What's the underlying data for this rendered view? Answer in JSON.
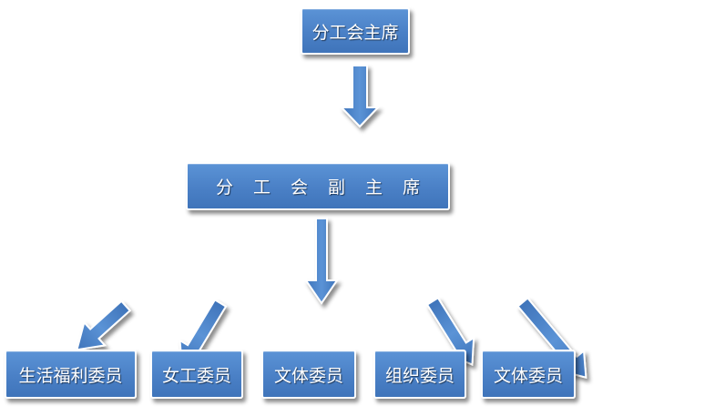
{
  "chairman": {
    "label": "分工会主席"
  },
  "vice_chairman": {
    "label": "分工会副主席"
  },
  "members": [
    {
      "label": "生活福利委员"
    },
    {
      "label": "女工委员"
    },
    {
      "label": "文体委员"
    },
    {
      "label": "组织委员"
    },
    {
      "label": "文体委员"
    }
  ],
  "colors": {
    "box_fill": "#4a80c6",
    "box_border": "#ffffff",
    "text": "#ffffff",
    "arrow_fill": "#4a80c6"
  }
}
